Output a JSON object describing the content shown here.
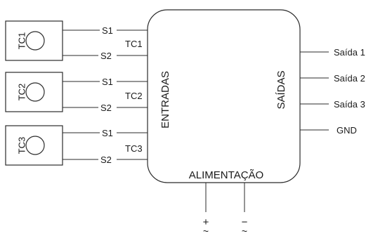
{
  "transformers": [
    {
      "id": "TC1",
      "s1": "S1",
      "s2": "S2"
    },
    {
      "id": "TC2",
      "s1": "S1",
      "s2": "S2"
    },
    {
      "id": "TC3",
      "s1": "S1",
      "s2": "S2"
    }
  ],
  "wire_labels": {
    "tc1": "TC1",
    "tc2": "TC2",
    "tc3": "TC3"
  },
  "module": {
    "inputs_label": "ENTRADAS",
    "outputs_label": "SAÍDAS",
    "power_label": "ALIMENTAÇÃO"
  },
  "outputs": [
    "Saída 1",
    "Saída 2",
    "Saída 3",
    "GND"
  ],
  "power_terminals": {
    "positive": "+",
    "negative": "−",
    "ac_symbol": "~"
  }
}
